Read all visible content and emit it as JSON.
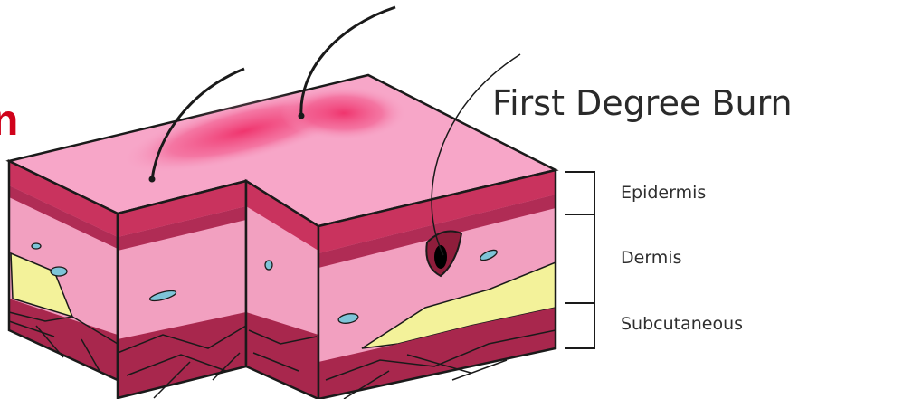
{
  "title": "First Degree Burn",
  "cut_off_text": "n",
  "layers": [
    {
      "label": "Epidermis"
    },
    {
      "label": "Dermis"
    },
    {
      "label": "Subcutaneous"
    }
  ],
  "colors": {
    "skin_surface": "#f7a6c8",
    "burn_redness": "#ef2f69",
    "epidermis": "#c9335e",
    "dermis": "#f2a0c0",
    "fat": "#f3f29a",
    "subcutaneous": "#a8274d",
    "outline": "#1a1a1a",
    "vessel": "#7ec4d8",
    "title_cutoff": "#d0021b"
  }
}
